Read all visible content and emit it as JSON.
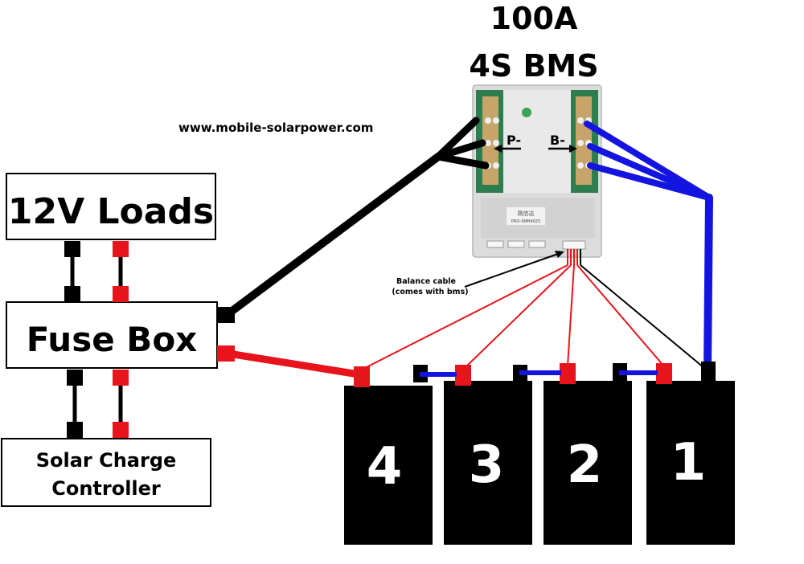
{
  "title": {
    "line1": "100A",
    "line2": "4S BMS"
  },
  "website": "www.mobile-solarpower.com",
  "boxes": {
    "loads": "12V Loads",
    "fuse": "Fuse Box",
    "controller_line1": "Solar Charge",
    "controller_line2": "Controller"
  },
  "bms": {
    "p_label": "P-",
    "b_label": "B-",
    "chip_text_1": "简信达",
    "chip_text_2": "PRO-SMH4025"
  },
  "balance_note": {
    "line1": "Balance cable",
    "line2": "(comes with bms)"
  },
  "batteries": [
    "4",
    "3",
    "2",
    "1"
  ],
  "colors": {
    "negative": "#000000",
    "positive": "#e8141b",
    "bms_negative": "#1414e0",
    "bms_board": "#e9e9e9",
    "bms_pcb": "#2e7d4f",
    "battery": "#000000"
  }
}
